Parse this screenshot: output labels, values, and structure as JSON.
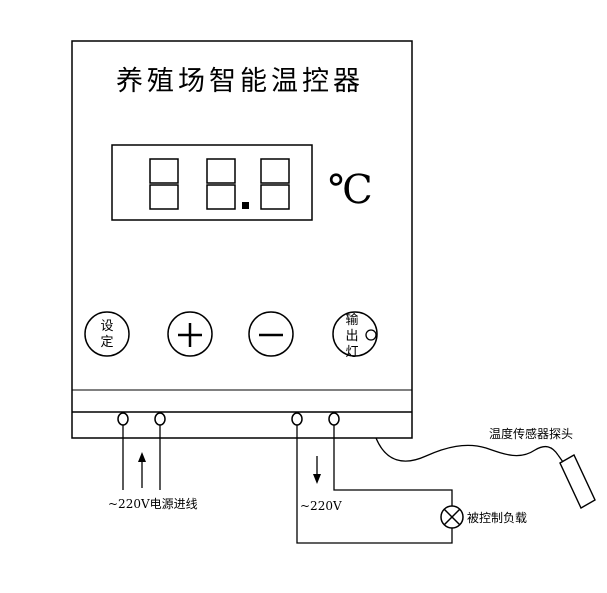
{
  "controller": {
    "title": "养殖场智能温控器",
    "display_unit": "℃",
    "digits": [
      "8",
      "8",
      "8"
    ]
  },
  "buttons": {
    "set": {
      "line1": "设",
      "line2": "定"
    },
    "plus_icon": "plus-icon",
    "minus_icon": "minus-icon",
    "output_light": {
      "line1": "输",
      "line2": "出",
      "line3": "灯"
    }
  },
  "labels": {
    "power_input": "~220V电源进线",
    "output_voltage": "~220V",
    "load": "被控制负载",
    "sensor_probe": "温度传感器探头"
  },
  "colors": {
    "line": "#000000",
    "background": "#ffffff"
  }
}
